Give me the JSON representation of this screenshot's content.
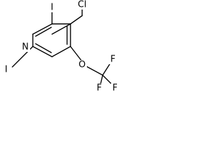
{
  "molecule": {
    "labels": {
      "nitrogen": "N",
      "iodine_top": "I",
      "iodine_bottom": "I",
      "chlorine": "Cl",
      "oxygen": "O",
      "fluorine_top": "F",
      "fluorine_left": "F",
      "fluorine_right": "F"
    },
    "colors": {
      "bond": "#000000",
      "text": "#000000",
      "background": "#ffffff"
    }
  }
}
